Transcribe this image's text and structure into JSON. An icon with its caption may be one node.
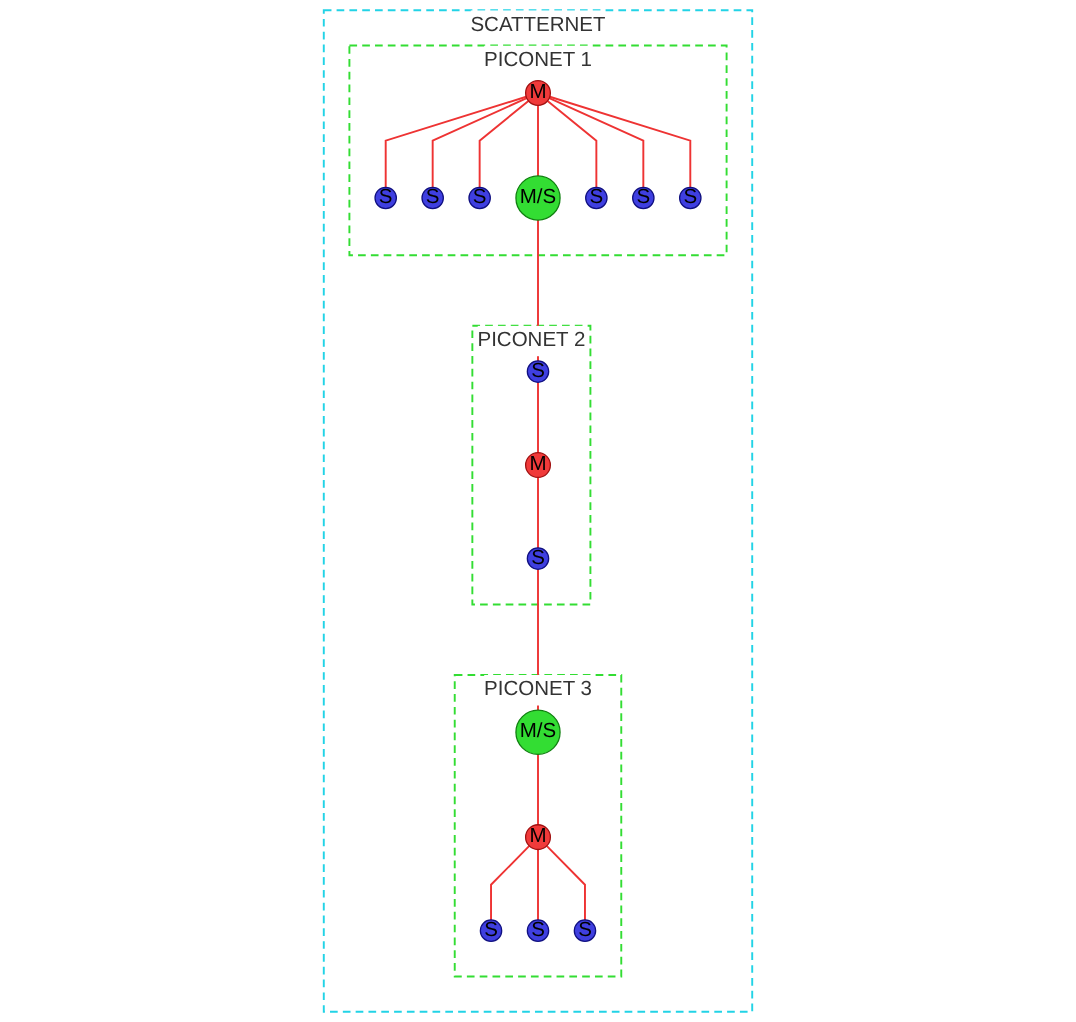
{
  "diagram": {
    "nodes": [
      {
        "text": [
          "SCATTERNET"
        ]
      },
      {
        "text": [
          "PICONET 1"
        ],
        "in": 0
      },
      {
        "text": [
          "S"
        ],
        "in": 1
      },
      {
        "text": [
          "S"
        ],
        "in": 1
      },
      {
        "text": [
          "S"
        ],
        "in": 1
      },
      {
        "text": [
          "M"
        ],
        "in": 1
      },
      {
        "text": [
          "M/S"
        ],
        "in": 1
      },
      {
        "text": [
          "S"
        ],
        "in": 1
      },
      {
        "text": [
          "S"
        ],
        "in": 1
      },
      {
        "text": [
          "S"
        ],
        "in": 1
      },
      {
        "text": [
          "PICONET 2"
        ],
        "in": 0
      },
      {
        "text": [
          "S"
        ],
        "in": 10
      },
      {
        "text": [
          "M"
        ],
        "in": 10
      },
      {
        "text": [
          "S"
        ],
        "in": 10
      },
      {
        "text": [
          "PICONET 3"
        ],
        "in": 0
      },
      {
        "text": [
          "M/S"
        ],
        "in": 14
      },
      {
        "text": [
          "S"
        ],
        "in": 14
      },
      {
        "text": [
          "S"
        ],
        "in": 14
      },
      {
        "text": [
          "M"
        ],
        "in": 14
      },
      {
        "text": [
          "S"
        ],
        "in": 14
      }
    ],
    "edges": [
      {
        "from": 5,
        "to": 2,
        "arrow": "none"
      },
      {
        "from": 5,
        "to": 3,
        "arrow": "none"
      },
      {
        "from": 5,
        "to": 4,
        "arrow": "none"
      },
      {
        "from": 5,
        "to": 6,
        "arrow": "none"
      },
      {
        "from": 5,
        "to": 7,
        "arrow": "none"
      },
      {
        "from": 5,
        "to": 8,
        "arrow": "none"
      },
      {
        "from": 5,
        "to": 9,
        "arrow": "none"
      },
      {
        "from": 6,
        "to": 11,
        "arrow": "none"
      },
      {
        "from": 11,
        "to": 12,
        "arrow": "none"
      },
      {
        "from": 12,
        "to": 13,
        "arrow": "none"
      },
      {
        "from": 13,
        "to": 15,
        "arrow": "none"
      },
      {
        "from": 15,
        "to": 18,
        "arrow": "none"
      },
      {
        "from": 18,
        "to": 16,
        "arrow": "none"
      },
      {
        "from": 18,
        "to": 17,
        "arrow": "none"
      },
      {
        "from": 18,
        "to": 19,
        "arrow": "none"
      }
    ]
  }
}
